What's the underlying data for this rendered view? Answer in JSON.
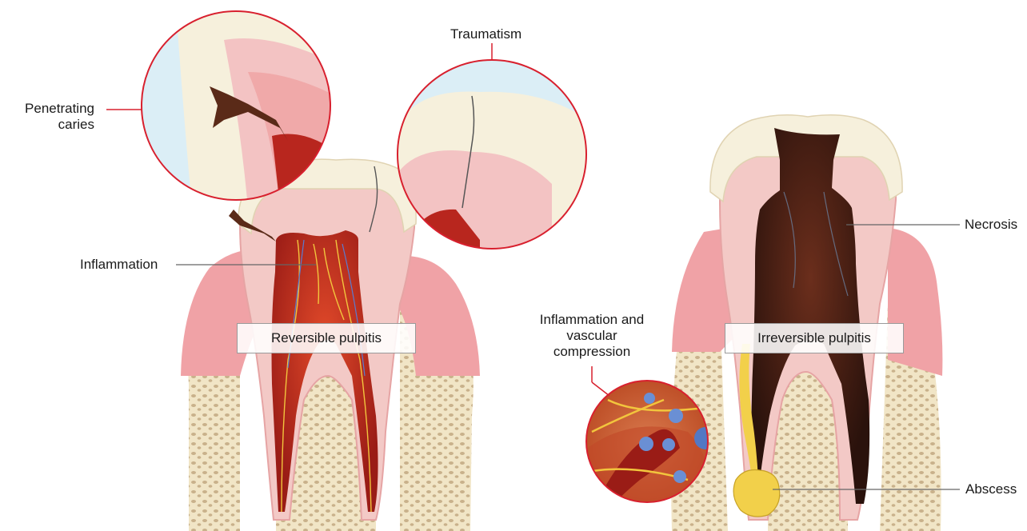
{
  "labels": {
    "penetrating_caries": [
      "Penetrating",
      "caries"
    ],
    "traumatism": "Traumatism",
    "inflammation": "Inflammation",
    "reversible_pulpitis": "Reversible pulpitis",
    "inflammation_vascular": [
      "Inflammation and",
      "vascular",
      "compression"
    ],
    "irreversible_pulpitis": "Irreversible pulpitis",
    "necrosis": "Necrosis",
    "abscess": "Abscess"
  },
  "colors": {
    "callout_ring": "#d8202e",
    "leader_line": "#666666",
    "enamel": "#f6f0dc",
    "dentin": "#f3c3c3",
    "gum": "#f2a0a6",
    "pulp_inflamed": "#b8261e",
    "pulp_necrotic": "#3b1a12",
    "bone": "#efe2c0",
    "abscess": "#f2d04a"
  }
}
